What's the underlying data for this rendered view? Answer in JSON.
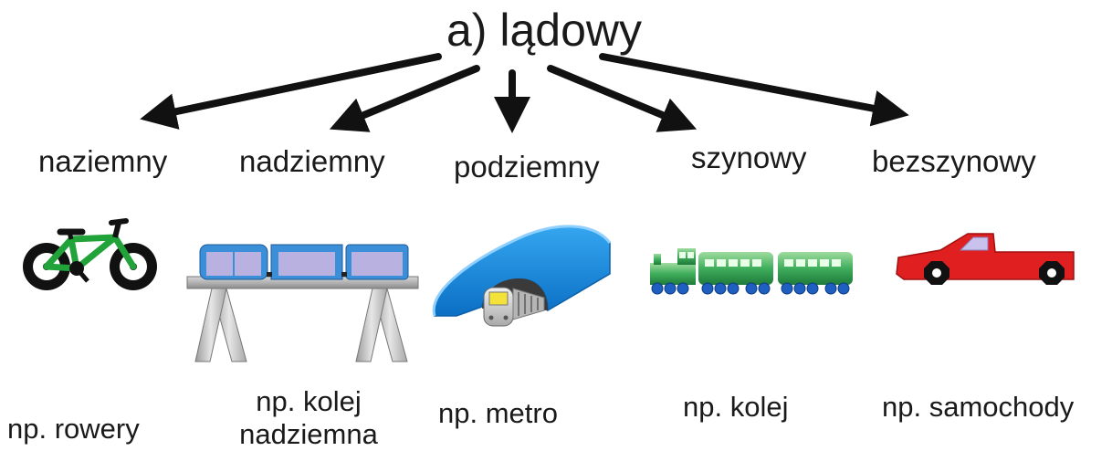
{
  "title": "a) lądowy",
  "categories": [
    {
      "label": "naziemny",
      "example": "np. rowery",
      "illustration": "bicycle-icon"
    },
    {
      "label": "nadziemny",
      "example_line1": "np.  kolej",
      "example_line2": "nadziemna",
      "illustration": "elevated-train-icon"
    },
    {
      "label": "podziemny",
      "example": "np. metro",
      "illustration": "metro-tunnel-icon"
    },
    {
      "label": "szynowy",
      "example": "np. kolej",
      "illustration": "train-icon"
    },
    {
      "label": "bezszynowy",
      "example": "np. samochody",
      "illustration": "car-icon"
    }
  ],
  "colors": {
    "text": "#1a1a1a",
    "arrow": "#111111",
    "bicycle": "#22a33a",
    "train_car": "#3a8fd8",
    "train_window": "#b9b2e0",
    "tunnel": "#1e8fe0",
    "locomotive": "#4fb86b",
    "wheel": "#1f5fbf",
    "car": "#e02020"
  }
}
